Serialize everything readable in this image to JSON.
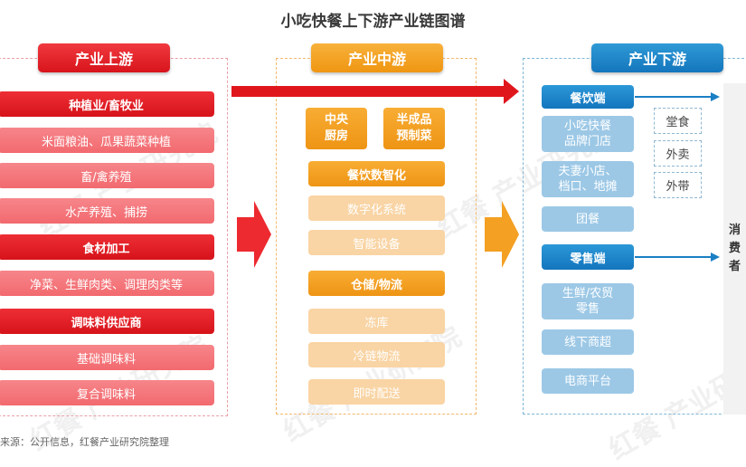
{
  "title": "小吃快餐上下游产业链图谱",
  "upstream": {
    "header": "产业上游",
    "groups": [
      {
        "category": "种植业/畜牧业",
        "items": [
          "米面粮油、瓜果蔬菜种植",
          "畜/禽养殖",
          "水产养殖、捕捞"
        ]
      },
      {
        "category": "食材加工",
        "items": [
          "净菜、生鲜肉类、调理肉类等"
        ]
      },
      {
        "category": "调味料供应商",
        "items": [
          "基础调味料",
          "复合调味料"
        ]
      }
    ]
  },
  "midstream": {
    "header": "产业中游",
    "top_boxes": [
      "中央\n厨房",
      "半成品\n预制菜"
    ],
    "groups": [
      {
        "category": "餐饮数智化",
        "items": [
          "数字化系统",
          "智能设备"
        ]
      },
      {
        "category": "仓储/物流",
        "items": [
          "冻库",
          "冷链物流",
          "即时配送"
        ]
      }
    ]
  },
  "downstream": {
    "header": "产业下游",
    "catering": {
      "category": "餐饮端",
      "items": [
        "小吃快餐\n品牌门店",
        "夫妻小店、\n档口、地摊",
        "团餐"
      ]
    },
    "channels": [
      "堂食",
      "外卖",
      "外带"
    ],
    "retail": {
      "category": "零售端",
      "items": [
        "生鲜/农贸\n零售",
        "线下商超",
        "电商平台"
      ]
    }
  },
  "consumer": "消\n费\n者",
  "watermark": "红餐 产业研究院",
  "source": "来源：公开信息，红餐产业研究院整理",
  "colors": {
    "red": "#e0161d",
    "orange": "#f3a023",
    "blue": "#1a7fc4"
  }
}
